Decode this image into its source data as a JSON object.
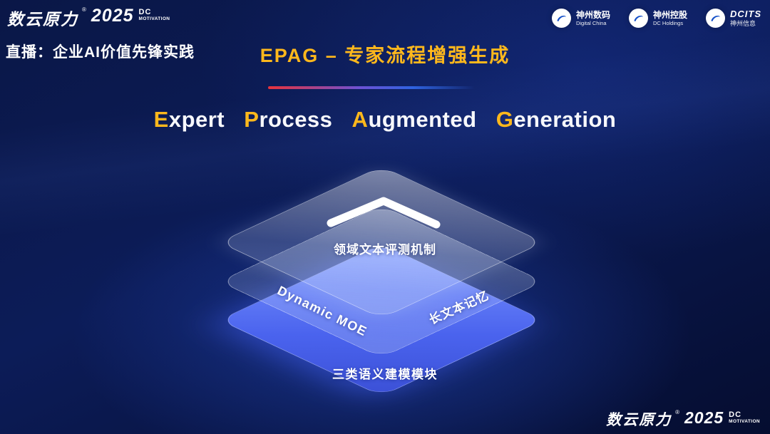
{
  "colors": {
    "gold": "#ffb81c",
    "accent_red": "#e8333c",
    "accent_blue": "#2f63e0",
    "layer_blue": "#4a63ee",
    "background_navy": "#0a1747"
  },
  "header": {
    "brand": {
      "cn": "数云原力",
      "reg": "®",
      "year": "2025",
      "dc": "DC",
      "motivation": "MOTIVATION"
    },
    "live_label": "直播：企业AI价值先锋实践",
    "partner_logos": [
      {
        "line1": "神州数码",
        "line2": "Digital China"
      },
      {
        "line1": "神州控股",
        "line2": "DC Holdings"
      },
      {
        "line1": "DCITS",
        "line2": "神州信息"
      }
    ]
  },
  "title": {
    "main": "EPAG – 专家流程增强生成",
    "subtitle_words": [
      {
        "initial": "E",
        "rest": "xpert"
      },
      {
        "initial": "P",
        "rest": "rocess"
      },
      {
        "initial": "A",
        "rest": "ugmented"
      },
      {
        "initial": "G",
        "rest": "eneration"
      }
    ]
  },
  "diagram": {
    "top_layer_label": "领域文本评测机制",
    "middle_layer_label_left": "Dynamic MOE",
    "middle_layer_label_right": "长文本记忆",
    "bottom_layer_label": "三类语义建模模块"
  },
  "footer": {
    "brand": {
      "cn": "数云原力",
      "reg": "®",
      "year": "2025",
      "dc": "DC",
      "motivation": "MOTIVATION"
    }
  }
}
